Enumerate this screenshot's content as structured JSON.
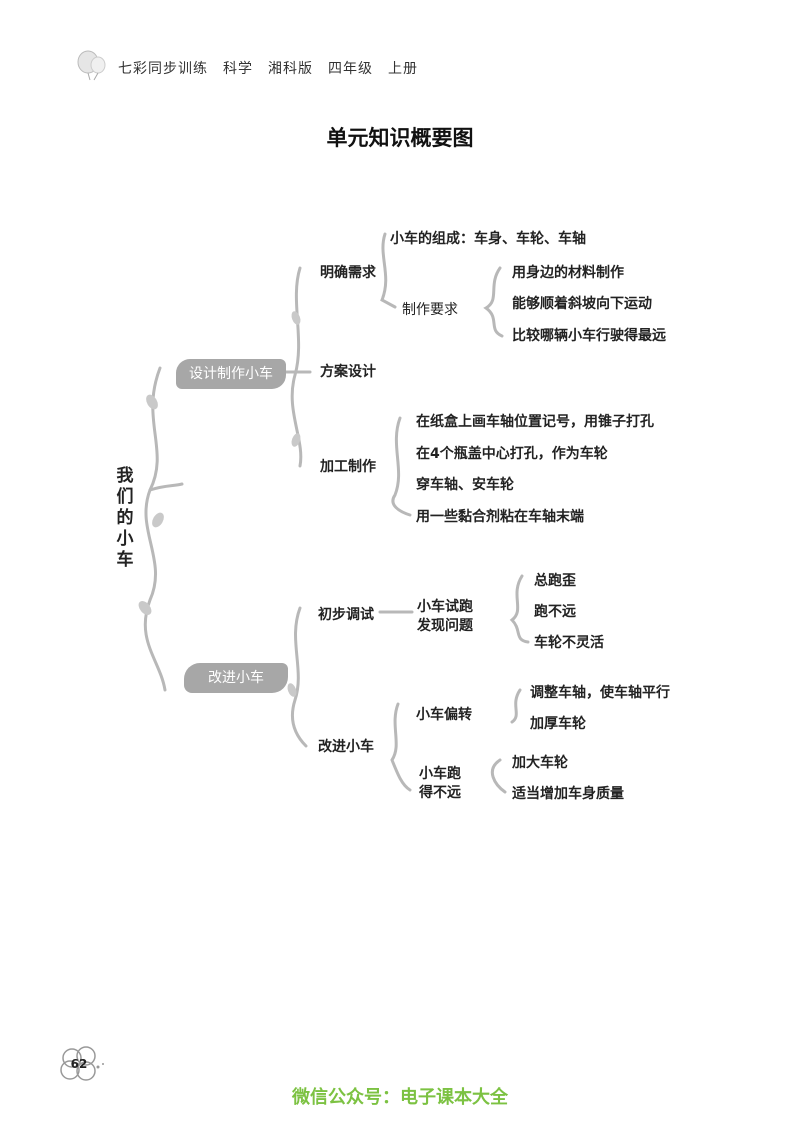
{
  "header": {
    "text": "七彩同步训练　科学　湘科版　四年级　上册",
    "logo_icon": "balloon-icon"
  },
  "title": "单元知识概要图",
  "root_label": "我们的小车",
  "branches": {
    "design": {
      "label": "设计制作小车",
      "clarify": {
        "label": "明确需求",
        "composition": "小车的组成：车身、车轮、车轴",
        "requirements": {
          "label": "制作要求",
          "items": [
            "用身边的材料制作",
            "能够顺着斜坡向下运动",
            "比较哪辆小车行驶得最远"
          ]
        }
      },
      "plan": {
        "label": "方案设计"
      },
      "make": {
        "label": "加工制作",
        "items": [
          "在纸盒上画车轴位置记号，用锥子打孔",
          "在4个瓶盖中心打孔，作为车轮",
          "穿车轴、安车轮",
          "用一些黏合剂粘在车轴末端"
        ]
      }
    },
    "improve": {
      "label": "改进小车",
      "test": {
        "label": "初步调试",
        "finding_line1": "小车试跑",
        "finding_line2": "发现问题",
        "items": [
          "总跑歪",
          "跑不远",
          "车轮不灵活"
        ]
      },
      "fix": {
        "label": "改进小车",
        "deviate": {
          "label": "小车偏转",
          "items": [
            "调整车轴，使车轴平行",
            "加厚车轮"
          ]
        },
        "short_line1": "小车跑",
        "short_line2": "得不远",
        "short_items": [
          "加大车轮",
          "适当增加车身质量"
        ]
      }
    }
  },
  "page_number": "62",
  "footer": "微信公众号：电子课本大全",
  "colors": {
    "pill": "#a7a7a7",
    "vine": "#b8b8b8",
    "footer": "#7cc242"
  }
}
